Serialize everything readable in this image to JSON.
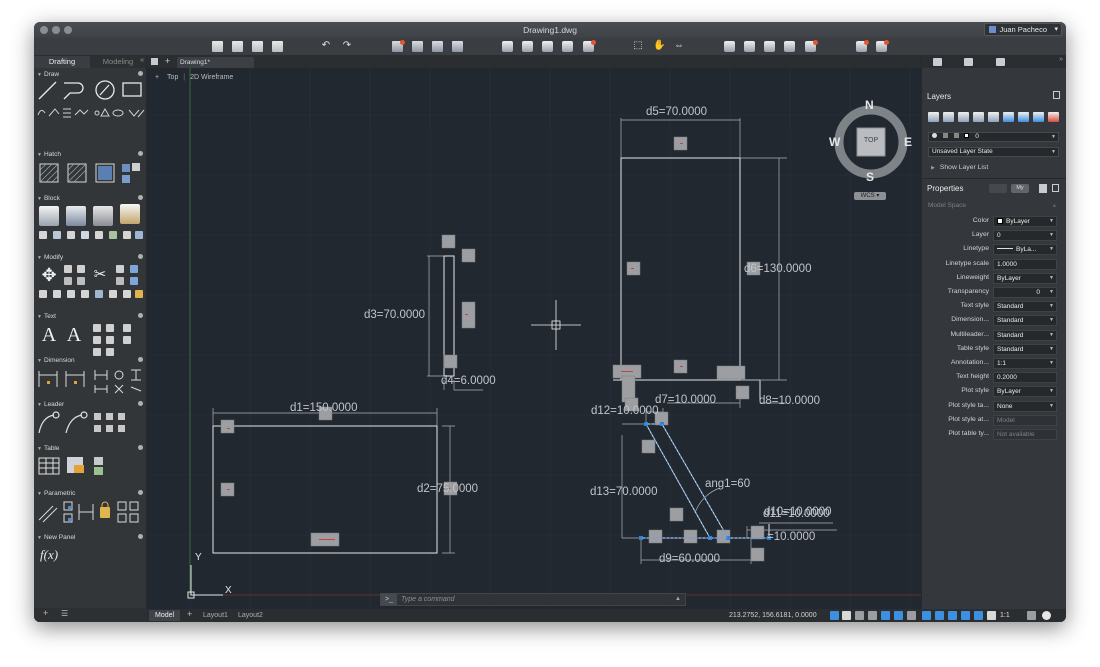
{
  "window": {
    "title": "Drawing1.dwg",
    "user": "Juan Pacheco"
  },
  "left_palette": {
    "tabs": [
      "Drafting",
      "Modeling"
    ],
    "active_tab": "Drafting",
    "sections": [
      "Draw",
      "Hatch",
      "Block",
      "Modify",
      "Text",
      "Dimension",
      "Leader",
      "Table",
      "Parametric",
      "New Panel"
    ],
    "fx_label": "f(x)"
  },
  "document_tab": "Drawing1*",
  "viewport": {
    "view_label": "Top",
    "style_label": "2D Wireframe",
    "viewcube": {
      "n": "N",
      "s": "S",
      "e": "E",
      "w": "W",
      "top": "TOP",
      "wcs": "WCS"
    }
  },
  "dimensions": {
    "d1": "d1=150.0000",
    "d2": "d2=75.0000",
    "d3": "d3=70.0000",
    "d4": "d4=6.0000",
    "d5": "d5=70.0000",
    "d6": "d6=130.0000",
    "d7": "d7=10.0000",
    "d8": "d8=10.0000",
    "d9": "d9=60.0000",
    "d10": "d10=10.0000",
    "d11": "d11=10.0000",
    "d12": "d12=10.0000",
    "d13": "d13=70.0000",
    "ang1": "ang1=60",
    "d_small": "=10.0000"
  },
  "ucs": {
    "x": "X",
    "y": "Y"
  },
  "command_line": {
    "prefix": ">_",
    "placeholder": "Type a command"
  },
  "status": {
    "layout_tabs": [
      "Model",
      "Layout1",
      "Layout2"
    ],
    "active_layout": "Model",
    "coordinates": "213.2752, 156.6181, 0.0000",
    "scale": "1:1"
  },
  "right_palette": {
    "layers_title": "Layers",
    "layer_current": "0",
    "layer_state": "Unsaved Layer State",
    "show_layer_list": "Show Layer List",
    "properties_title": "Properties",
    "properties_toggle": "My",
    "space": "Model Space",
    "properties": [
      {
        "label": "Color",
        "value": "ByLayer",
        "kind": "color"
      },
      {
        "label": "Layer",
        "value": "0",
        "kind": "combo"
      },
      {
        "label": "Linetype",
        "value": "ByLa...",
        "kind": "line"
      },
      {
        "label": "Linetype scale",
        "value": "1.0000",
        "kind": "text"
      },
      {
        "label": "Lineweight",
        "value": "ByLayer",
        "kind": "combo"
      },
      {
        "label": "Transparency",
        "value": "0",
        "kind": "num"
      },
      {
        "label": "Text style",
        "value": "Standard",
        "kind": "combo"
      },
      {
        "label": "Dimension...",
        "value": "Standard",
        "kind": "combo"
      },
      {
        "label": "Multileader...",
        "value": "Standard",
        "kind": "combo"
      },
      {
        "label": "Table style",
        "value": "Standard",
        "kind": "combo"
      },
      {
        "label": "Annotation...",
        "value": "1:1",
        "kind": "combo"
      },
      {
        "label": "Text height",
        "value": "0.2000",
        "kind": "text"
      },
      {
        "label": "Plot style",
        "value": "ByLayer",
        "kind": "combo"
      },
      {
        "label": "Plot style ta...",
        "value": "None",
        "kind": "combo"
      },
      {
        "label": "Plot style at...",
        "value": "Model",
        "kind": "dim"
      },
      {
        "label": "Plot table ty...",
        "value": "Not available",
        "kind": "dim"
      }
    ]
  },
  "colors": {
    "canvas": "#212830",
    "geometry": "#e6e6e6",
    "dim_text": "#c2c5c9",
    "grip": "#2f7fd8",
    "constraint_box": "#9c9ea1"
  }
}
